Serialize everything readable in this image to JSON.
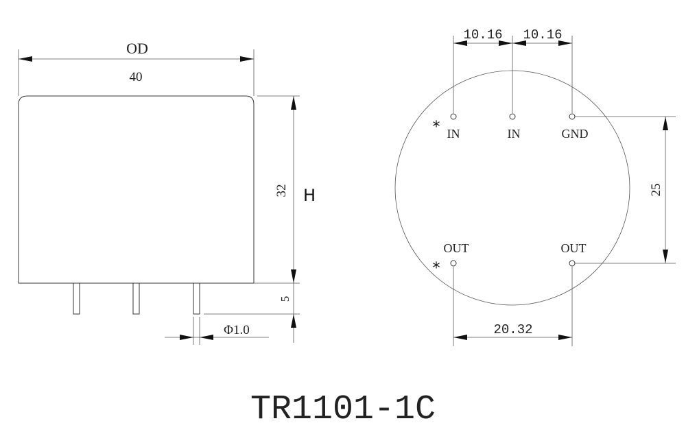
{
  "side_view": {
    "od_label": "OD",
    "width_value": "40",
    "height_value": "32",
    "height_label": "H",
    "pin_length_value": "5",
    "pin_diameter_value": "Φ1.0"
  },
  "bottom_view": {
    "pin_spacing_left": "10.16",
    "pin_spacing_right": "10.16",
    "row_spacing_value": "25",
    "bottom_spacing_value": "20.32",
    "pins": [
      {
        "label": "IN",
        "marker": "*"
      },
      {
        "label": "IN"
      },
      {
        "label": "GND"
      },
      {
        "label": "OUT",
        "marker": "*"
      },
      {
        "label": "OUT"
      }
    ]
  },
  "title": "TR1101-1C"
}
